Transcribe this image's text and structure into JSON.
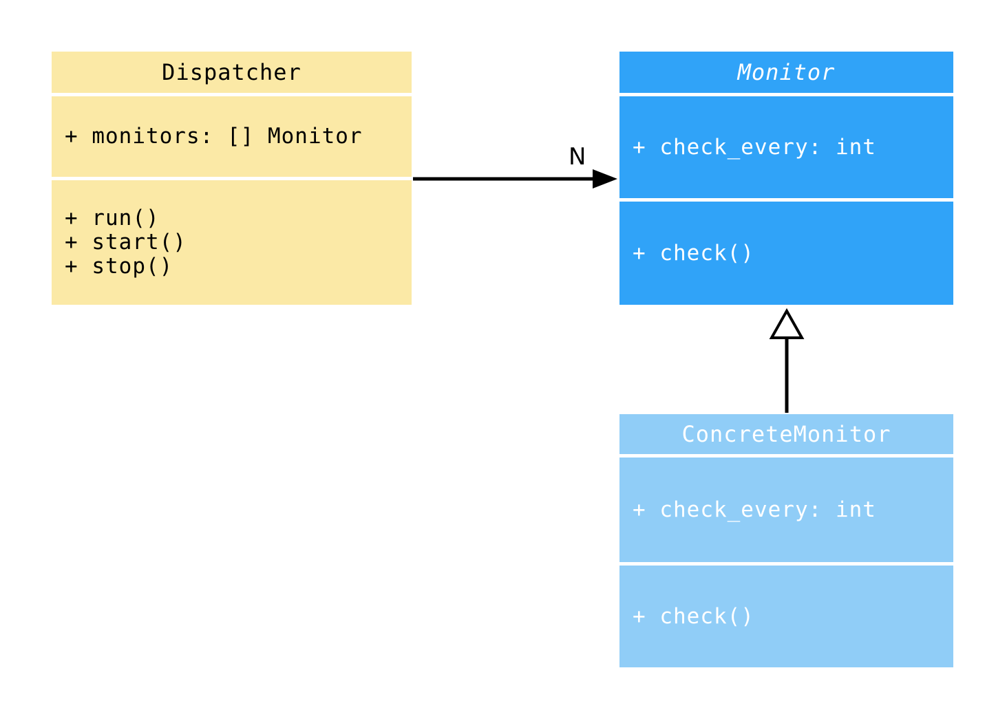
{
  "diagram": {
    "type": "uml-class-diagram",
    "classes": [
      {
        "name": "Dispatcher",
        "abstract": false,
        "fill_color": "#FBE9A6",
        "text_color": "#000000",
        "attributes": [
          "+ monitors: [] Monitor"
        ],
        "methods": [
          "+ run()",
          "+ start()",
          "+ stop()"
        ]
      },
      {
        "name": "Monitor",
        "abstract": true,
        "fill_color": "#30A3F8",
        "text_color": "#ffffff",
        "attributes": [
          "+ check_every: int"
        ],
        "methods": [
          "+ check()"
        ]
      },
      {
        "name": "ConcreteMonitor",
        "abstract": false,
        "fill_color": "#90CDF7",
        "text_color": "#ffffff",
        "attributes": [
          "+ check_every: int"
        ],
        "methods": [
          "+ check()"
        ]
      }
    ],
    "relationships": {
      "association": {
        "from": "Dispatcher",
        "to": "Monitor",
        "label": "N",
        "arrow": "filled"
      },
      "inheritance": {
        "from": "ConcreteMonitor",
        "to": "Monitor",
        "arrow": "hollow-triangle"
      }
    },
    "colors": {
      "background": "#ffffff",
      "connector": "#000000",
      "compartment_gap": "#ffffff"
    }
  }
}
